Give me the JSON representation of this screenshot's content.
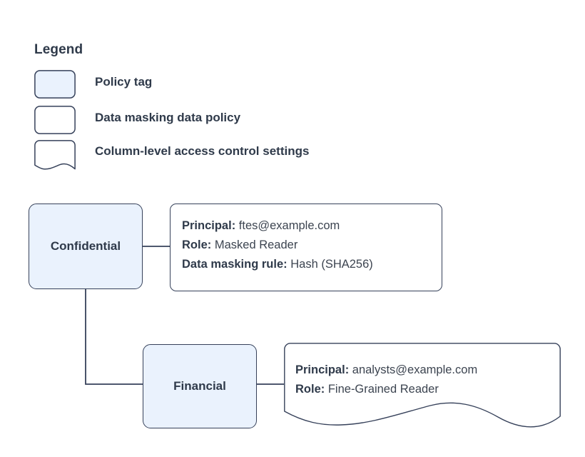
{
  "legend": {
    "title": "Legend",
    "items": [
      {
        "key": "policy-tag",
        "label": "Policy tag",
        "shape": "rounded-rect",
        "fill": "#eaf2fd"
      },
      {
        "key": "masking",
        "label": "Data masking data policy",
        "shape": "rounded-rect",
        "fill": "#ffffff"
      },
      {
        "key": "column-acl",
        "label": "Column-level access control settings",
        "shape": "wavy-bottom",
        "fill": "#ffffff"
      }
    ]
  },
  "nodes": {
    "confidential": {
      "label": "Confidential"
    },
    "financial": {
      "label": "Financial"
    }
  },
  "callouts": {
    "confidential": {
      "shape": "rounded-rect",
      "lines": [
        {
          "key": "principal",
          "label": "Principal:",
          "value": "ftes@example.com"
        },
        {
          "key": "role",
          "label": "Role:",
          "value": "Masked Reader"
        },
        {
          "key": "masking-rule",
          "label": "Data masking rule:",
          "value": "Hash (SHA256)"
        }
      ]
    },
    "financial": {
      "shape": "wavy-bottom",
      "lines": [
        {
          "key": "principal",
          "label": "Principal:",
          "value": "analysts@example.com"
        },
        {
          "key": "role",
          "label": "Role:",
          "value": "Fine-Grained Reader"
        }
      ]
    }
  },
  "colors": {
    "node_fill": "#eaf2fd",
    "stroke": "#36415a",
    "text": "#2f3a4a",
    "value_text": "#3c4450",
    "background": "#ffffff"
  }
}
